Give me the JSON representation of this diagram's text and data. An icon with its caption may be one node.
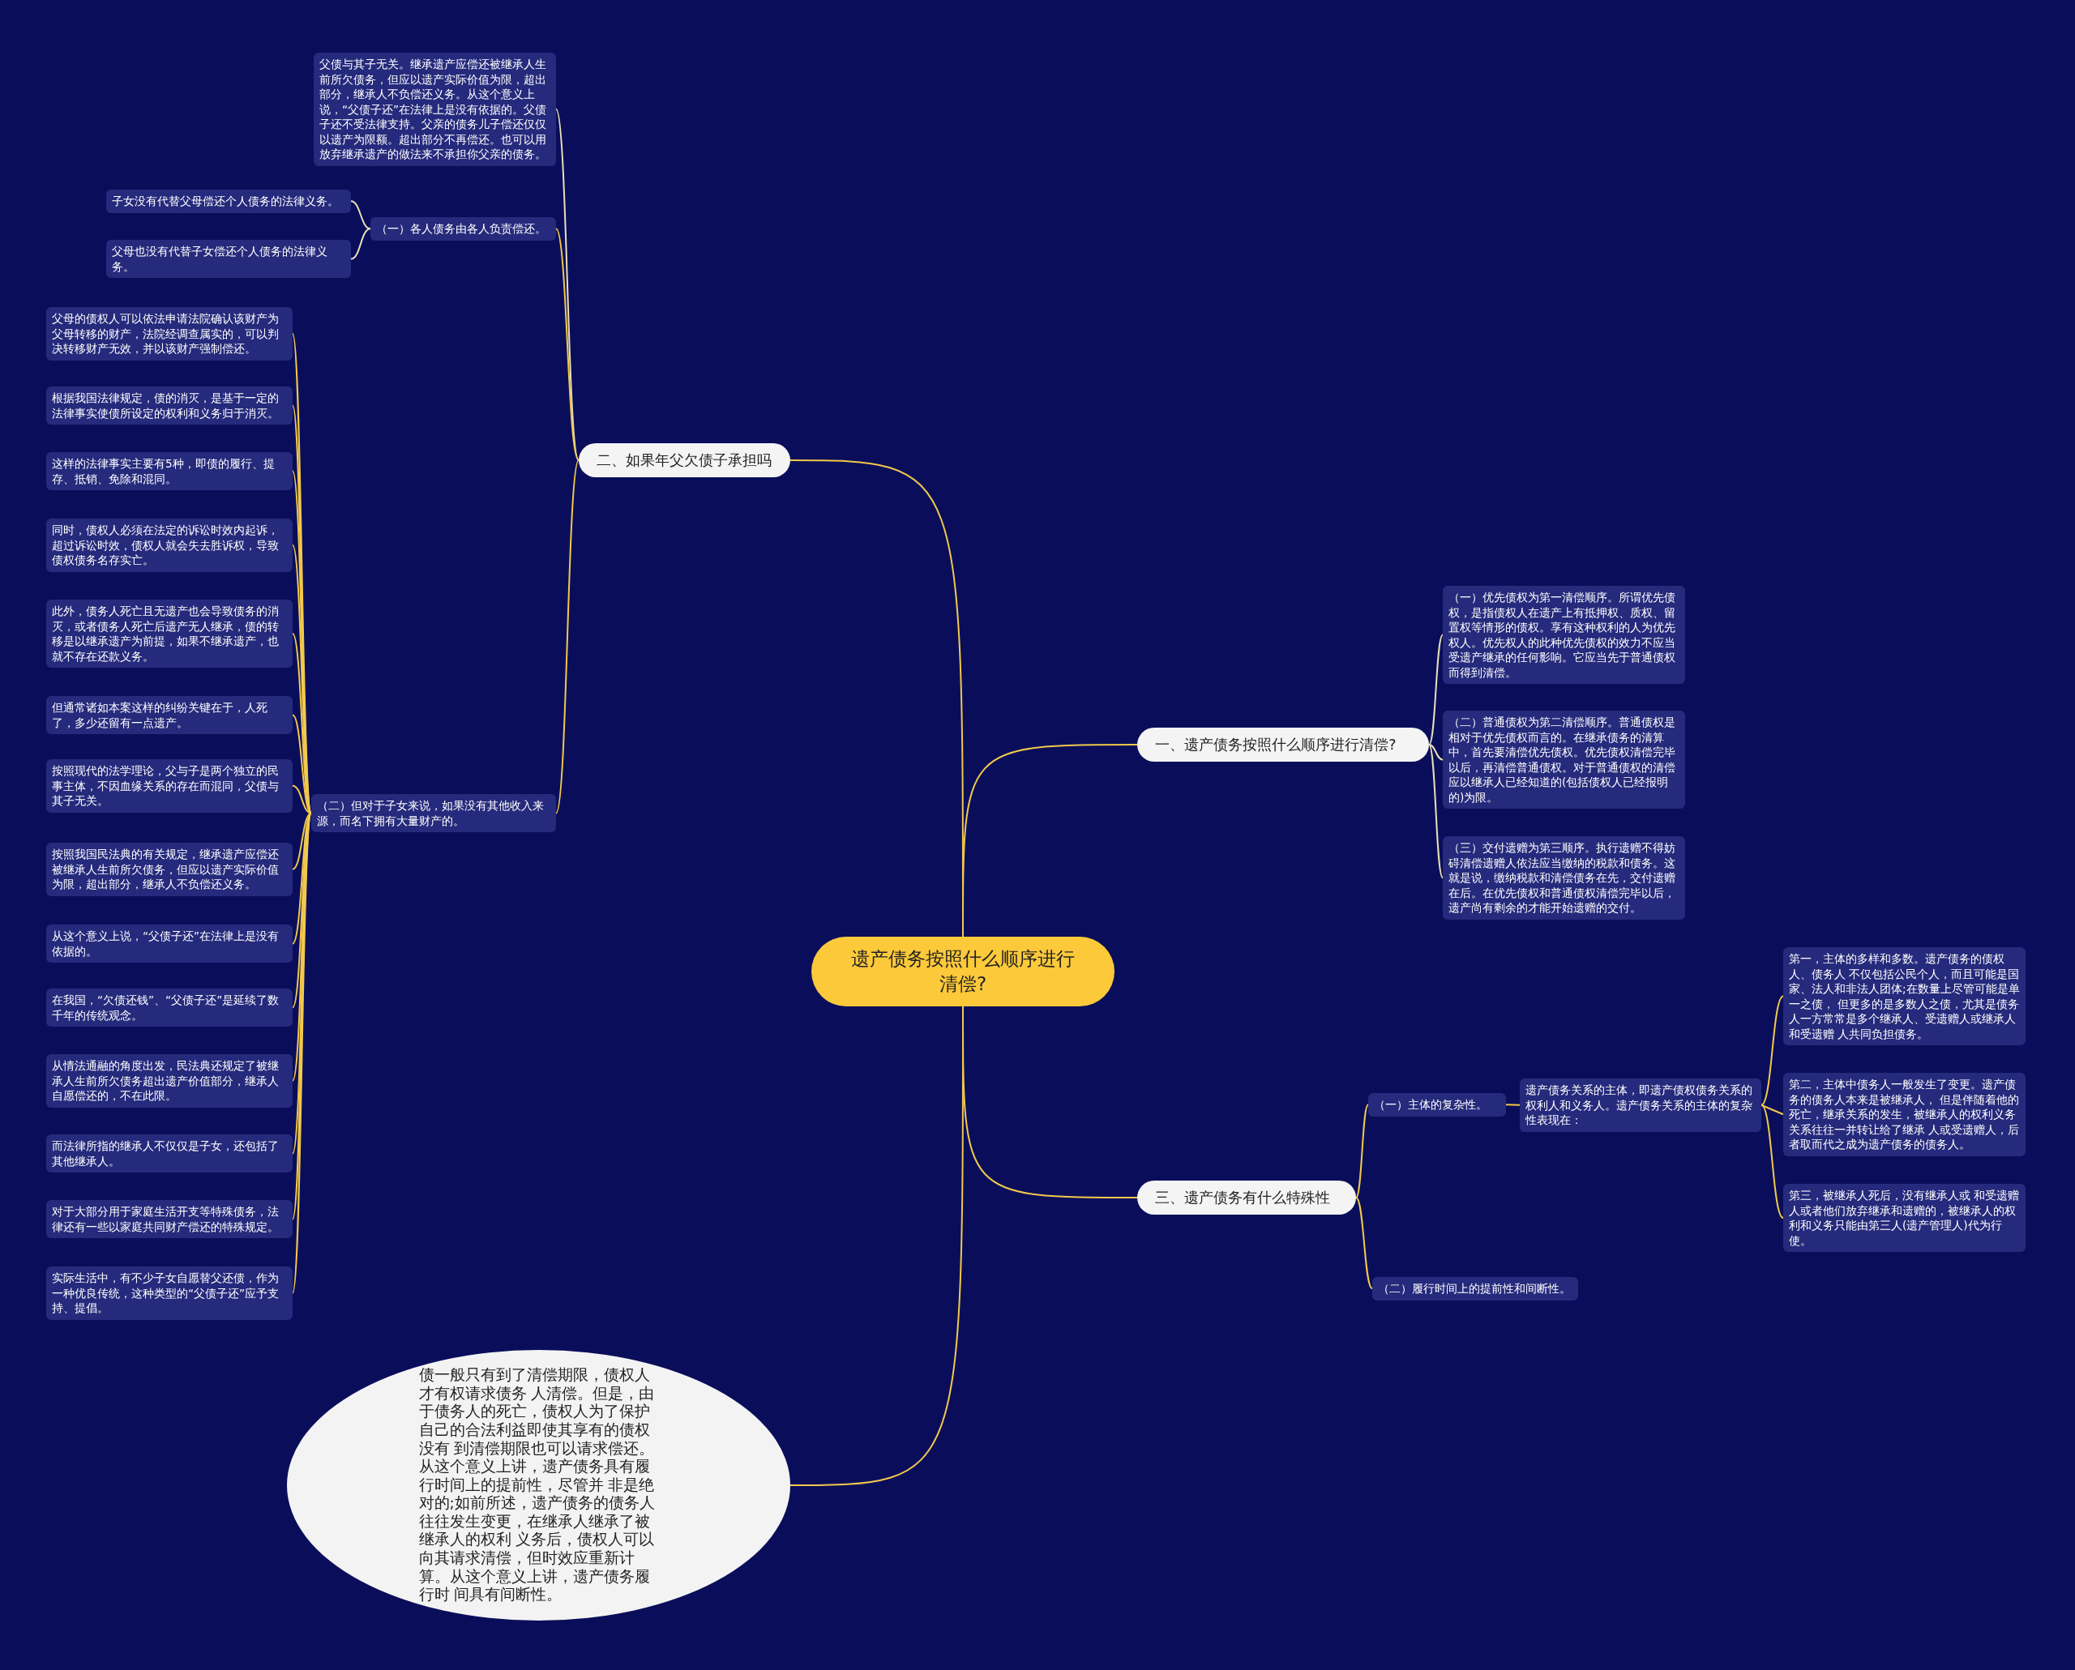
{
  "diagram": {
    "nodes": [
      {
        "text": [
          "遗产债务按照什么顺序进行清偿?"
        ]
      },
      {
        "text": [
          "二、如果年父欠债子承担吗"
        ]
      },
      {
        "text": [
          "父债与其子无关。继承遗产应偿还被继承人生前所欠债务，但应以遗产实际价值为限，超出部分，继承人不负偿还义务。从这个意义上说，“父债子还”在法律上是没有依据的。父债子还不受法律支持。父亲的债务儿子偿还仅仅以遗产为限额。超出部分不再偿还。也可以用放弃继承遗产的做法来不承担你父亲的债务。"
        ]
      },
      {
        "text": [
          "（一）各人债务由各人负责偿还。"
        ]
      },
      {
        "text": [
          "子女没有代替父母偿还个人债务的法律义务。"
        ]
      },
      {
        "text": [
          "父母也没有代替子女偿还个人债务的法律义务。"
        ]
      },
      {
        "text": [
          "（二）但对于子女来说，如果没有其他收入来源，而名下拥有大量财产的。"
        ]
      },
      {
        "text": [
          "父母的债权人可以依法申请法院确认该财产为父母转移的财产，法院经调查属实的，可以判决转移财产无效，并以该财产强制偿还。"
        ]
      },
      {
        "text": [
          "根据我国法律规定，债的消灭，是基于一定的法律事实使债所设定的权利和义务归于消灭。"
        ]
      },
      {
        "text": [
          "这样的法律事实主要有5种，即债的履行、提存、抵销、免除和混同。"
        ]
      },
      {
        "text": [
          "同时，债权人必须在法定的诉讼时效内起诉，超过诉讼时效，债权人就会失去胜诉权，导致债权债务名存实亡。"
        ]
      },
      {
        "text": [
          "此外，债务人死亡且无遗产也会导致债务的消灭，或者债务人死亡后遗产无人继承，债的转移是以继承遗产为前提，如果不继承遗产，也就不存在还款义务。"
        ]
      },
      {
        "text": [
          "但通常诸如本案这样的纠纷关键在于，人死了，多少还留有一点遗产。"
        ]
      },
      {
        "text": [
          "按照现代的法学理论，父与子是两个独立的民事主体，不因血缘关系的存在而混同，父债与其子无关。"
        ]
      },
      {
        "text": [
          "按照我国民法典的有关规定，继承遗产应偿还被继承人生前所欠债务，但应以遗产实际价值为限，超出部分，继承人不负偿还义务。"
        ]
      },
      {
        "text": [
          "从这个意义上说，“父债子还”在法律上是没有依据的。"
        ]
      },
      {
        "text": [
          "在我国，“欠债还钱”、“父债子还”是延续了数千年的传统观念。"
        ]
      },
      {
        "text": [
          "从情法通融的角度出发，民法典还规定了被继承人生前所欠债务超出遗产价值部分，继承人自愿偿还的，不在此限。"
        ]
      },
      {
        "text": [
          "而法律所指的继承人不仅仅是子女，还包括了其他继承人。"
        ]
      },
      {
        "text": [
          "对于大部分用于家庭生活开支等特殊债务，法律还有一些以家庭共同财产偿还的特殊规定。"
        ]
      },
      {
        "text": [
          "实际生活中，有不少子女自愿替父还债，作为一种优良传统，这种类型的“父债子还”应予支持、提倡。"
        ]
      },
      {
        "text": [
          "一、遗产债务按照什么顺序进行清偿?"
        ]
      },
      {
        "text": [
          "（一）优先债权为第一清偿顺序。所谓优先债权，是指债权人在遗产上有抵押权、质权、留置权等情形的债权。享有这种权利的人为优先权人。优先权人的此种优先债权的效力不应当受遗产继承的任何影响。它应当先于普通债权而得到清偿。"
        ]
      },
      {
        "text": [
          "（二）普通债权为第二清偿顺序。普通债权是相对于优先债权而言的。在继承债务的清算中，首先要清偿优先债权。优先债权清偿完毕以后，再清偿普通债权。对于普通债权的清偿应以继承人已经知道的(包括债权人已经报明的)为限。"
        ]
      },
      {
        "text": [
          "（三）交付遗赠为第三顺序。执行遗赠不得妨碍清偿遗赠人依法应当缴纳的税款和债务。这就是说，缴纳税款和清偿债务在先，交付遗赠在后。在优先债权和普通债权清偿完毕以后，遗产尚有剩余的才能开始遗赠的交付。"
        ]
      },
      {
        "text": [
          "三、遗产债务有什么特殊性"
        ]
      },
      {
        "text": [
          "（一）主体的复杂性。"
        ]
      },
      {
        "text": [
          "遗产债务关系的主体，即遗产债权债务关系的权利人和义务人。遗产债务关系的主体的复杂性表现在："
        ]
      },
      {
        "text": [
          "第一，主体的多样和多数。遗产债务的债权人、债务人 不仅包括公民个人，而且可能是国家、法人和非法人团体;在数量上尽管可能是单一之债， 但更多的是多数人之债，尤其是债务人一方常常是多个继承人、受遗赠人或继承人和受遗赠 人共同负担债务。"
        ]
      },
      {
        "text": [
          "第二，主体中债务人一般发生了变更。遗产债务的债务人本来是被继承人， 但是伴随着他的死亡，继承关系的发生，被继承人的权利义务关系往往一并转让给了继承 人或受遗赠人，后者取而代之成为遗产债务的债务人。"
        ]
      },
      {
        "text": [
          "第三，被继承人死后，没有继承人或 和受遗赠人或者他们放弃继承和遗赠的，被继承人的权利和义务只能由第三人(遗产管理人)代为行使。"
        ]
      },
      {
        "text": [
          "（二）履行时间上的提前性和间断性。"
        ]
      },
      {
        "text": [
          "债一般只有到了清偿期限，债权人才有权请求债务 人清偿。但是，由于债务人的死亡，债权人为了保护自己的合法利益即使其享有的债权没有 到清偿期限也可以请求偿还。从这个意义上讲，遗产债务具有履行时间上的提前性，尽管并 非是绝对的;如前所述，遗产债务的债务人往往发生变更，在继承人继承了被继承人的权利 义务后，债权人可以向其请求清偿，但时效应重新计算。从这个意义上讲，遗产债务履行时 间具有间断性。"
        ]
      }
    ],
    "edges": [
      {
        "from": 0,
        "to": 1,
        "arrow": "none"
      },
      {
        "from": 1,
        "to": 2,
        "arrow": "none",
        "color": "#e8dfb8"
      },
      {
        "from": 1,
        "to": 3,
        "arrow": "none"
      },
      {
        "from": 3,
        "to": 4,
        "arrow": "none",
        "color": "#e8dfb8"
      },
      {
        "from": 3,
        "to": 5,
        "arrow": "none",
        "color": "#e8dfb8"
      },
      {
        "from": 1,
        "to": 6,
        "arrow": "none"
      },
      {
        "from": 6,
        "to": 7,
        "arrow": "none"
      },
      {
        "from": 6,
        "to": 8,
        "arrow": "none"
      },
      {
        "from": 6,
        "to": 9,
        "arrow": "none"
      },
      {
        "from": 6,
        "to": 10,
        "arrow": "none"
      },
      {
        "from": 6,
        "to": 11,
        "arrow": "none"
      },
      {
        "from": 6,
        "to": 12,
        "arrow": "none"
      },
      {
        "from": 6,
        "to": 13,
        "arrow": "none"
      },
      {
        "from": 6,
        "to": 14,
        "arrow": "none"
      },
      {
        "from": 6,
        "to": 15,
        "arrow": "none"
      },
      {
        "from": 6,
        "to": 16,
        "arrow": "none"
      },
      {
        "from": 6,
        "to": 17,
        "arrow": "none"
      },
      {
        "from": 6,
        "to": 18,
        "arrow": "none"
      },
      {
        "from": 6,
        "to": 19,
        "arrow": "none"
      },
      {
        "from": 6,
        "to": 20,
        "arrow": "none"
      },
      {
        "from": 0,
        "to": 21,
        "arrow": "none"
      },
      {
        "from": 21,
        "to": 22,
        "arrow": "none",
        "color": "#e8dfb8"
      },
      {
        "from": 21,
        "to": 23,
        "arrow": "none",
        "color": "#e8dfb8"
      },
      {
        "from": 21,
        "to": 24,
        "arrow": "none",
        "color": "#e8dfb8"
      },
      {
        "from": 0,
        "to": 25,
        "arrow": "none"
      },
      {
        "from": 25,
        "to": 26,
        "arrow": "none"
      },
      {
        "from": 26,
        "to": 27,
        "arrow": "none"
      },
      {
        "from": 27,
        "to": 28,
        "arrow": "none"
      },
      {
        "from": 27,
        "to": 29,
        "arrow": "none"
      },
      {
        "from": 27,
        "to": 30,
        "arrow": "none"
      },
      {
        "from": 25,
        "to": 31,
        "arrow": "none"
      },
      {
        "from": 0,
        "to": 32,
        "arrow": "none"
      }
    ]
  }
}
